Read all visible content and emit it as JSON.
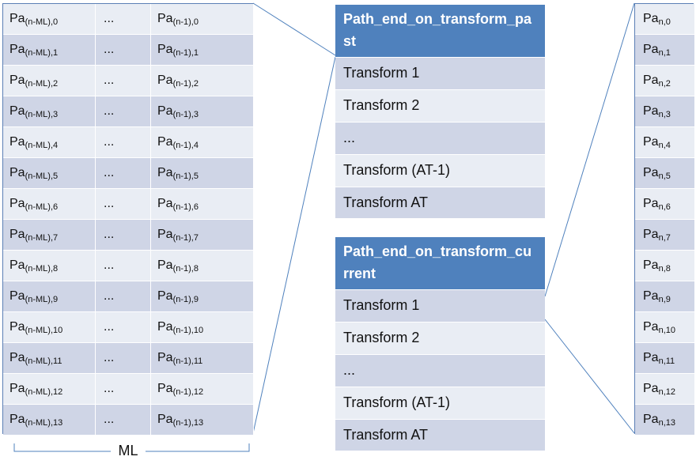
{
  "left_grid": {
    "cells": [
      {
        "base": "Pa",
        "first": "(n-ML),0",
        "dots": "...",
        "last": "(n-1),0"
      },
      {
        "base": "Pa",
        "first": "(n-ML),1",
        "dots": "...",
        "last": "(n-1),1"
      },
      {
        "base": "Pa",
        "first": "(n-ML),2",
        "dots": "...",
        "last": "(n-1),2"
      },
      {
        "base": "Pa",
        "first": "(n-ML),3",
        "dots": "...",
        "last": "(n-1),3"
      },
      {
        "base": "Pa",
        "first": "(n-ML),4",
        "dots": "...",
        "last": "(n-1),4"
      },
      {
        "base": "Pa",
        "first": "(n-ML),5",
        "dots": "...",
        "last": "(n-1),5"
      },
      {
        "base": "Pa",
        "first": "(n-ML),6",
        "dots": "...",
        "last": "(n-1),6"
      },
      {
        "base": "Pa",
        "first": "(n-ML),7",
        "dots": "...",
        "last": "(n-1),7"
      },
      {
        "base": "Pa",
        "first": "(n-ML),8",
        "dots": "...",
        "last": "(n-1),8"
      },
      {
        "base": "Pa",
        "first": "(n-ML),9",
        "dots": "...",
        "last": "(n-1),9"
      },
      {
        "base": "Pa",
        "first": "(n-ML),10",
        "dots": "...",
        "last": "(n-1),10"
      },
      {
        "base": "Pa",
        "first": "(n-ML),11",
        "dots": "...",
        "last": "(n-1),11"
      },
      {
        "base": "Pa",
        "first": "(n-ML),12",
        "dots": "...",
        "last": "(n-1),12"
      },
      {
        "base": "Pa",
        "first": "(n-ML),13",
        "dots": "...",
        "last": "(n-1),13"
      }
    ],
    "span_label": "ML"
  },
  "past_table": {
    "header": "Path_end_on_transform_past",
    "rows": [
      "Transform 1",
      "Transform 2",
      "...",
      "Transform (AT-1)",
      "Transform AT"
    ]
  },
  "current_table": {
    "header": "Path_end_on_transform_current",
    "rows": [
      "Transform 1",
      "Transform 2",
      "...",
      "Transform (AT-1)",
      "Transform AT"
    ]
  },
  "right_column": {
    "cells": [
      {
        "base": "Pa",
        "sub": "n,0"
      },
      {
        "base": "Pa",
        "sub": "n,1"
      },
      {
        "base": "Pa",
        "sub": "n,2"
      },
      {
        "base": "Pa",
        "sub": "n,3"
      },
      {
        "base": "Pa",
        "sub": "n,4"
      },
      {
        "base": "Pa",
        "sub": "n,5"
      },
      {
        "base": "Pa",
        "sub": "n,6"
      },
      {
        "base": "Pa",
        "sub": "n,7"
      },
      {
        "base": "Pa",
        "sub": "n,8"
      },
      {
        "base": "Pa",
        "sub": "n,9"
      },
      {
        "base": "Pa",
        "sub": "n,10"
      },
      {
        "base": "Pa",
        "sub": "n,11"
      },
      {
        "base": "Pa",
        "sub": "n,12"
      },
      {
        "base": "Pa",
        "sub": "n,13"
      }
    ]
  },
  "colors": {
    "header_blue": "#4f81bd",
    "row_light": "#e9edf4",
    "row_dark": "#cfd5e6",
    "connector": "#4f81bd"
  }
}
